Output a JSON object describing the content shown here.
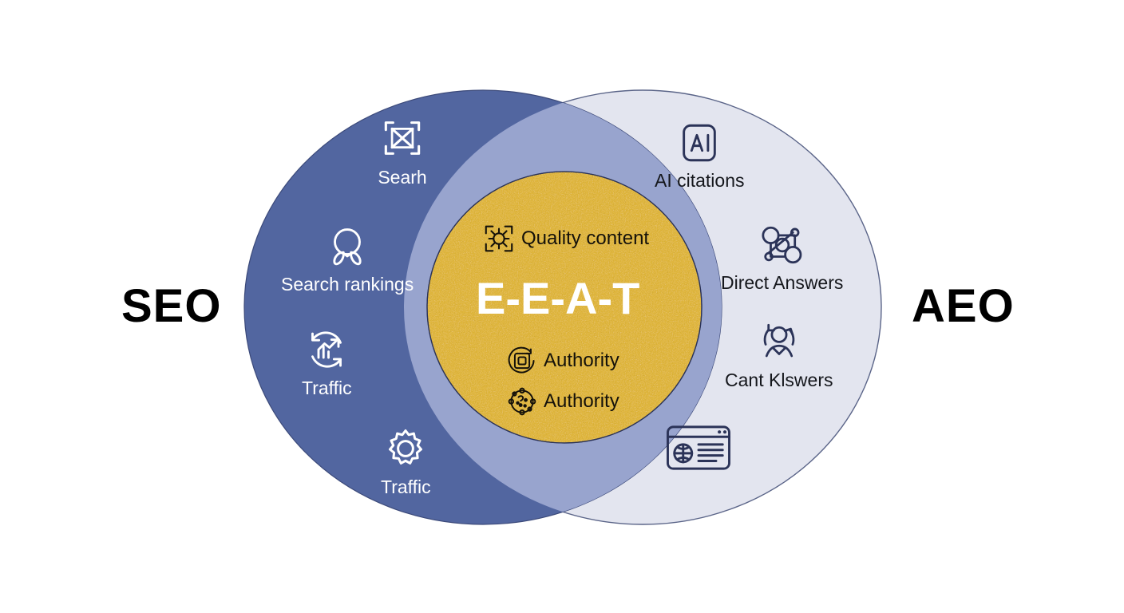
{
  "diagram": {
    "type": "venn",
    "left_title": "SEO",
    "right_title": "AEO",
    "center_title": "E-E-A-T",
    "colors": {
      "left_circle": "#5266a0",
      "right_circle": "#e3e5ef",
      "overlap_lens": "#9aa5cf",
      "center_circle": "#e0b63a",
      "outline": "#2b3358",
      "left_text": "#ffffff",
      "right_text": "#15171c",
      "center_text": "#14110a",
      "center_title_text": "#ffffff",
      "background": "#ffffff"
    }
  },
  "left": {
    "title": "SEO",
    "items": [
      {
        "label": "Searh",
        "icon": "scan-frame-x-icon"
      },
      {
        "label": "Search rankings",
        "icon": "circle-leaves-icon"
      },
      {
        "label": "Traffic",
        "icon": "chart-growth-refresh-icon"
      },
      {
        "label": "Traffic",
        "icon": "gear-icon"
      }
    ]
  },
  "right": {
    "title": "AEO",
    "items": [
      {
        "label": "AI citations",
        "icon": "ai-badge-icon"
      },
      {
        "label": "Direct Answers",
        "icon": "network-nodes-icon"
      },
      {
        "label": "Cant Klswers",
        "icon": "people-refresh-icon"
      },
      {
        "label": "",
        "icon": "browser-window-globe-icon"
      }
    ]
  },
  "center": {
    "title": "E-E-A-T",
    "items": [
      {
        "label": "Quality content",
        "icon": "scan-target-icon"
      },
      {
        "label": "Authority",
        "icon": "nested-squares-circle-icon"
      },
      {
        "label": "Authority",
        "icon": "dotted-sphere-icon"
      }
    ]
  }
}
